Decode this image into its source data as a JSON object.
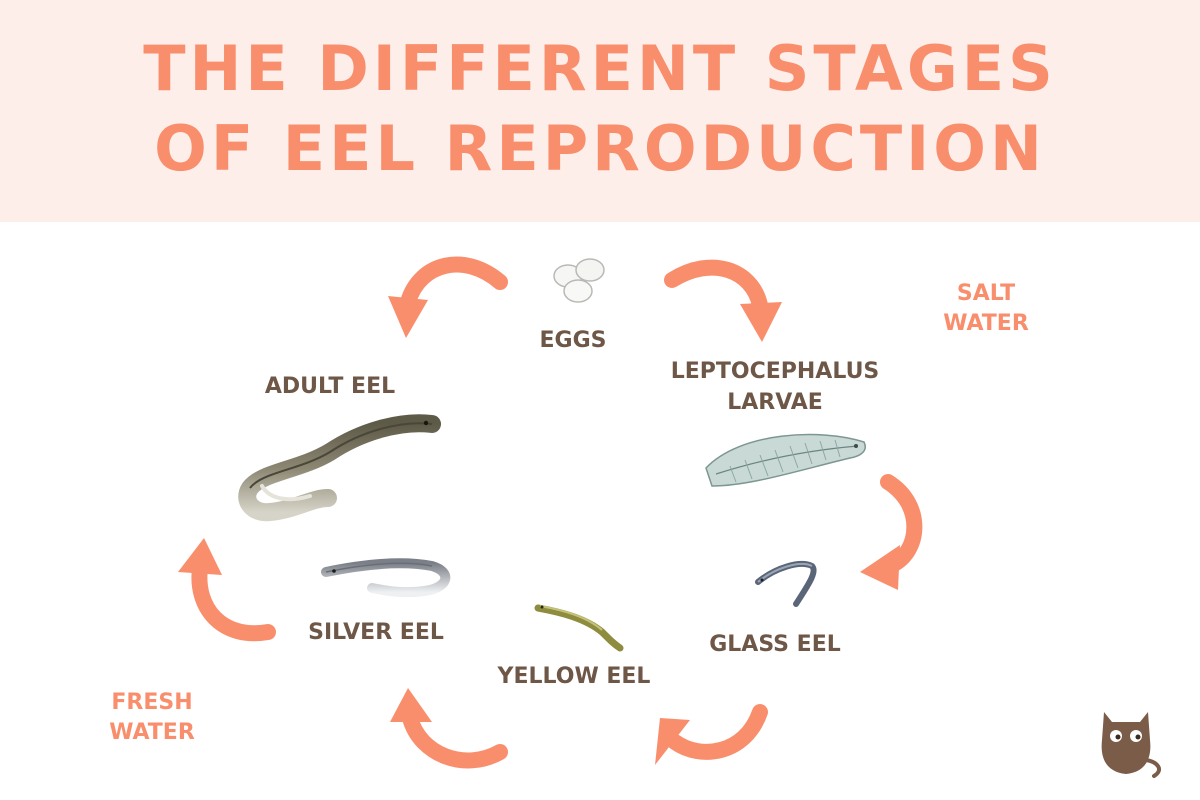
{
  "title": {
    "line1": "THE DIFFERENT STAGES",
    "line2": "OF EEL REPRODUCTION"
  },
  "stages": {
    "eggs": "EGGS",
    "leptocephalus_line1": "LEPTOCEPHALUS",
    "leptocephalus_line2": "LARVAE",
    "glass_eel": "GLASS EEL",
    "yellow_eel": "YELLOW EEL",
    "silver_eel": "SILVER EEL",
    "adult_eel": "ADULT EEL"
  },
  "zones": {
    "salt_line1": "SALT",
    "salt_line2": "WATER",
    "fresh_line1": "FRESH",
    "fresh_line2": "WATER"
  },
  "colors": {
    "accent": "#f98e6c",
    "header_bg": "#fdeeea",
    "label_text": "#6e5747",
    "mascot": "#7a5c48"
  },
  "icons": [
    "eggs-icon",
    "leptocephalus-larva-icon",
    "glass-eel-icon",
    "yellow-eel-icon",
    "silver-eel-icon",
    "adult-eel-icon",
    "cat-mascot-icon",
    "cycle-arrow-icon"
  ]
}
